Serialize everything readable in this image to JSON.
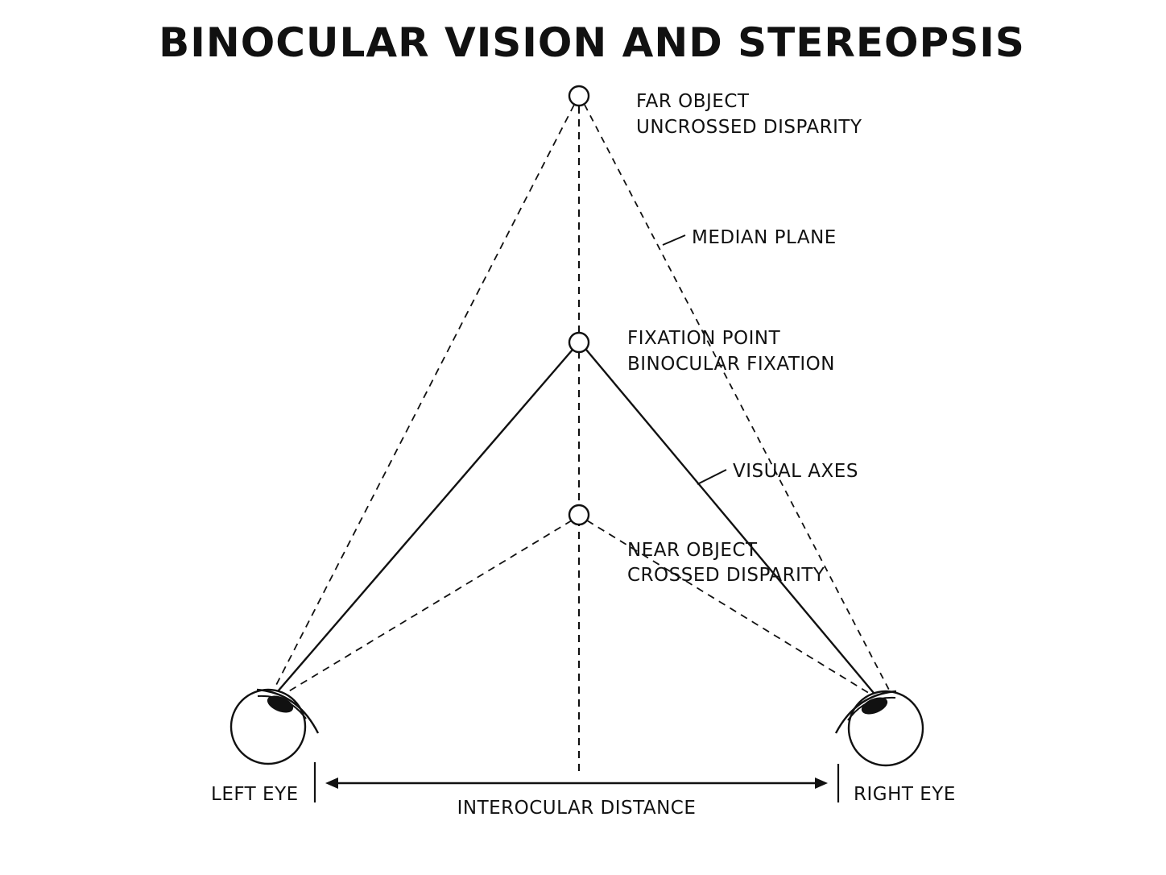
{
  "title": "BINOCULAR VISION AND STEREOPSIS",
  "labels": {
    "far_object": "FAR OBJECT",
    "far_disparity": "UNCROSSED DISPARITY",
    "median_plane": "MEDIAN PLANE",
    "fixation_point": "FIXATION POINT",
    "fixation_type": "BINOCULAR FIXATION",
    "visual_axes": "VISUAL AXES",
    "near_object": "NEAR OBJECT",
    "near_disparity": "CROSSED DISPARITY",
    "left_eye": "LEFT EYE",
    "right_eye": "RIGHT EYE",
    "interocular_distance": "INTEROCULAR DISTANCE"
  },
  "colors": {
    "ink": "#111111",
    "background": "#ffffff"
  }
}
